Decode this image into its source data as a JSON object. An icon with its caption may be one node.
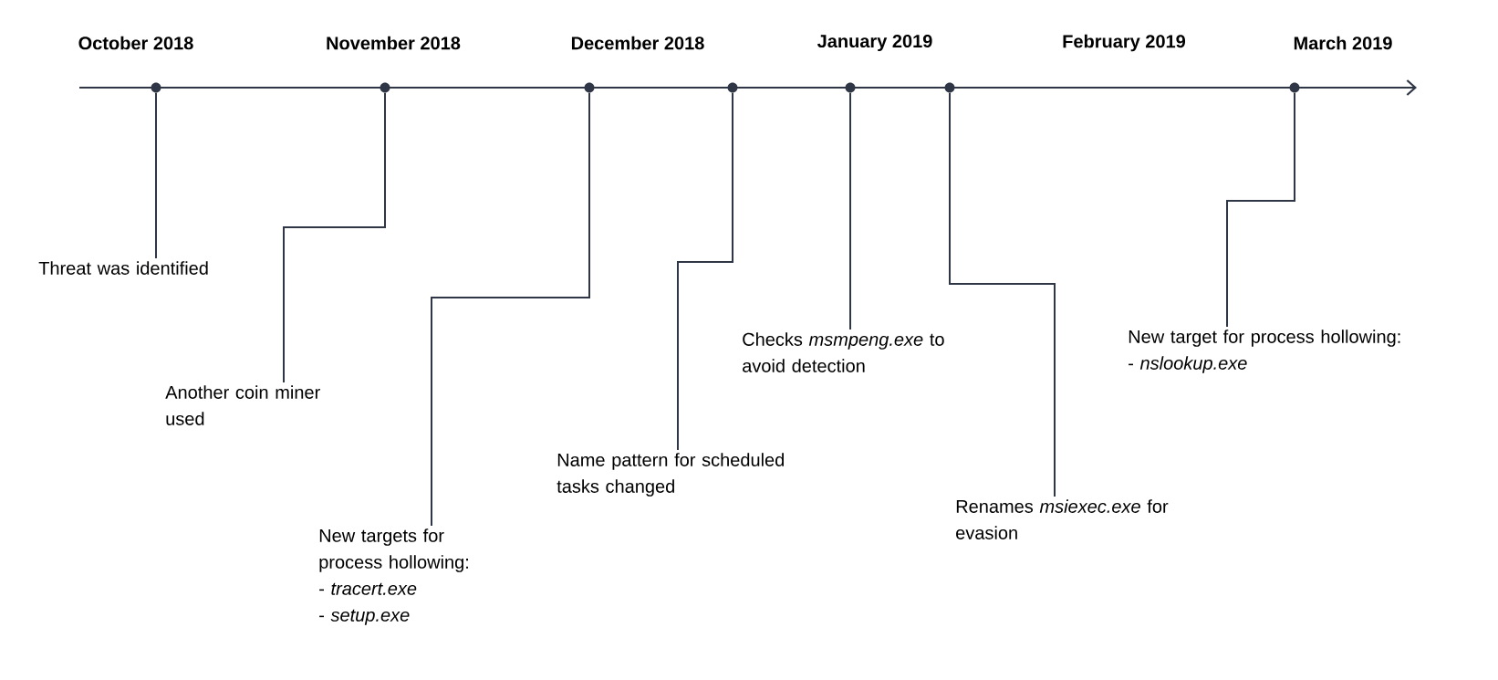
{
  "diagram": {
    "nodes": [
      {
        "text": [],
        "shape": "circle"
      },
      {
        "text": [],
        "shape": "circle"
      },
      {
        "text": [],
        "shape": "circle"
      },
      {
        "text": [],
        "shape": "circle"
      },
      {
        "text": [],
        "shape": "circle"
      },
      {
        "text": [],
        "shape": "circle"
      },
      {
        "text": [],
        "shape": "circle"
      },
      {
        "text": [
          "Threat was identified"
        ]
      },
      {
        "text": [
          "Another coin miner used"
        ]
      },
      {
        "text": [
          "New targets for process hollowing:",
          "- *tracert.exe*",
          "- *setup.exe*"
        ]
      },
      {
        "text": [
          "Name pattern for scheduled tasks changed"
        ]
      },
      {
        "text": [
          "Checks *msmpeng.exe* to avoid detection"
        ]
      },
      {
        "text": [
          "Renames *msiexec.exe* for evasion"
        ]
      },
      {
        "text": [
          "New target for process hollowing:",
          "- *nslookup.exe*"
        ]
      }
    ],
    "edges": [
      {
        "from": 7,
        "to": 0,
        "arrow": "none"
      },
      {
        "from": 8,
        "to": 1,
        "arrow": "none"
      },
      {
        "from": 9,
        "to": 2,
        "arrow": "none"
      },
      {
        "from": 10,
        "to": 3,
        "arrow": "none"
      },
      {
        "from": 11,
        "to": 4,
        "arrow": "none"
      },
      {
        "from": 12,
        "to": 5,
        "arrow": "none"
      },
      {
        "from": 13,
        "to": 6,
        "arrow": "none"
      }
    ],
    "labels": [
      "October 2018",
      "November 2018",
      "December 2018",
      "January 2019",
      "February 2019",
      "March 2019"
    ]
  }
}
